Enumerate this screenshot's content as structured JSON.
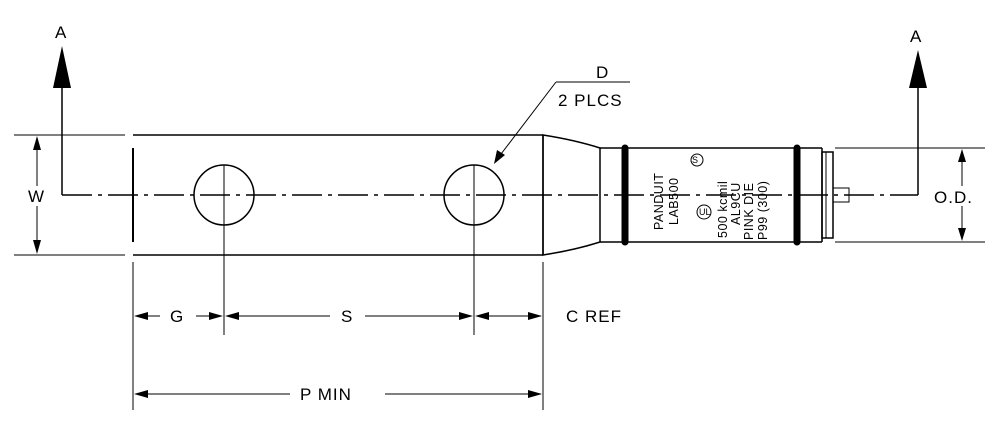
{
  "section_marker": {
    "left": "A",
    "right": "A"
  },
  "dimensions": {
    "w": "W",
    "od": "O.D.",
    "g": "G",
    "s": "S",
    "c_ref": "C REF",
    "p_min": "P MIN"
  },
  "callout": {
    "line1": "D",
    "line2": "2 PLCS"
  },
  "barrel_marking": {
    "line1": "PANDUIT",
    "line2": "LAB500",
    "line3": "500 kcmil",
    "line4": "AL9CU",
    "line5": "PINK DIE",
    "line6": "P99 (300)",
    "symbol": "UL-listed-mark",
    "symbol2": "CSA-mark"
  }
}
